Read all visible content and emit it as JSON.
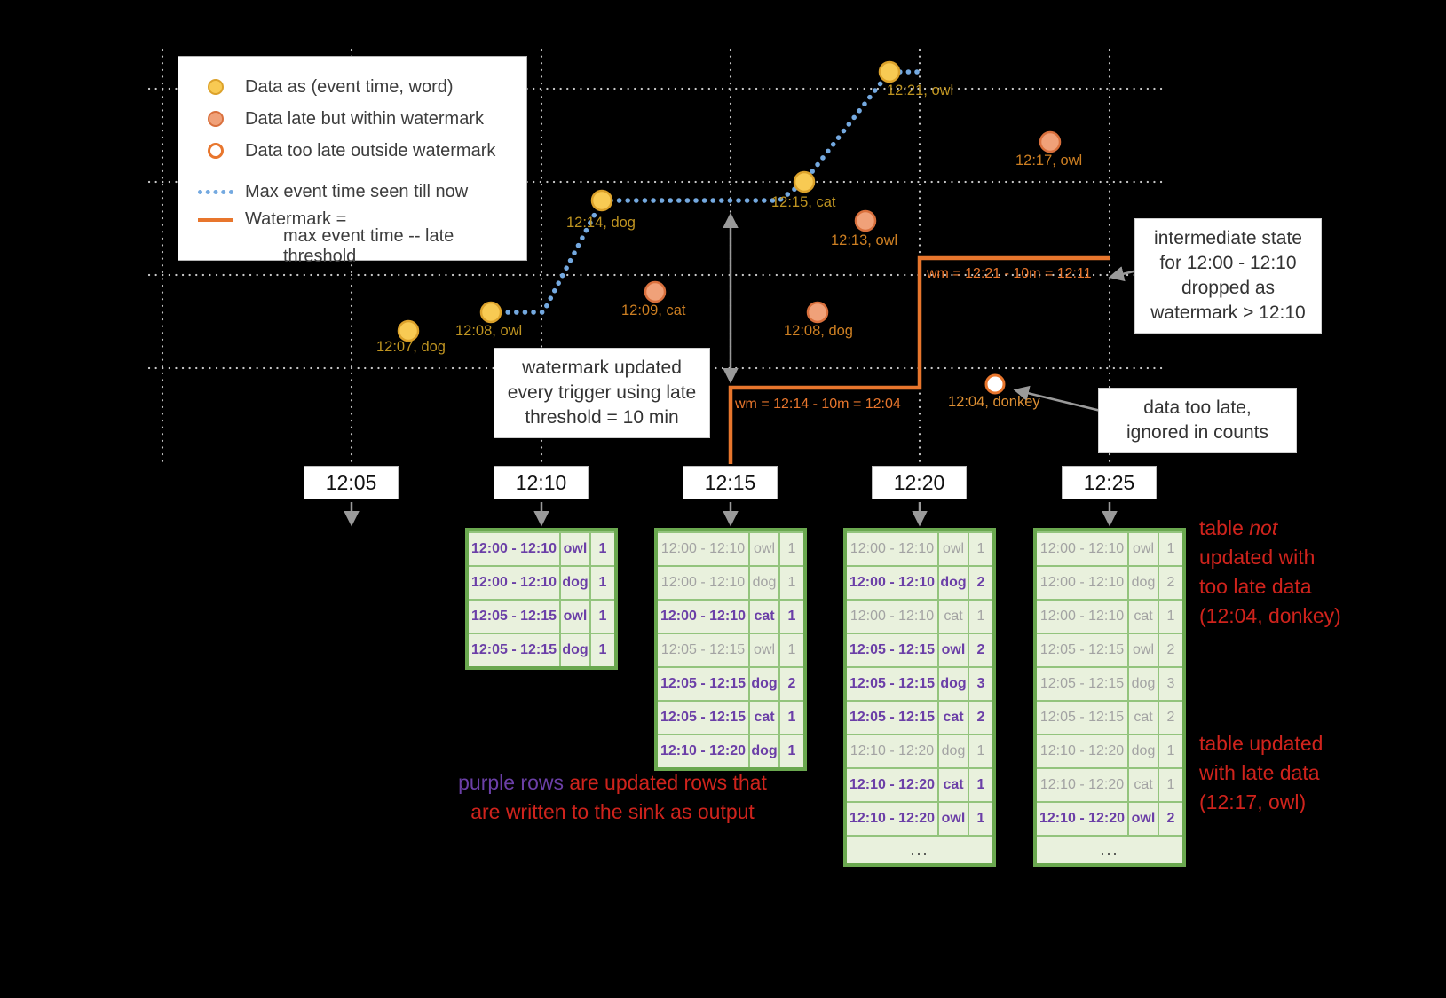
{
  "colors": {
    "background": "#000000",
    "ontime_point": "#f8ca53",
    "late_point": "#f0a179",
    "too_late_ring": "#e8762d",
    "max_event_time_line": "#74a9e0",
    "watermark_line": "#e8762d",
    "table_border_green": "#6aa84f",
    "updated_row_purple": "#6b3fa7",
    "stale_row_gray": "#a3a3a3",
    "annotation_red": "#cf231c",
    "point_label_gold": "#bf9421"
  },
  "legend": {
    "items": [
      "Data as (event time, word)",
      "Data late but within watermark",
      "Data too late outside watermark",
      "Max event time seen till now",
      "Watermark =",
      "max event time -- late threshold"
    ]
  },
  "points": [
    {
      "label": "12:07, dog",
      "type": "on-time"
    },
    {
      "label": "12:08, owl",
      "type": "on-time"
    },
    {
      "label": "12:14, dog",
      "type": "on-time"
    },
    {
      "label": "12:15, cat",
      "type": "on-time"
    },
    {
      "label": "12:21, owl",
      "type": "on-time"
    },
    {
      "label": "12:09, cat",
      "type": "late"
    },
    {
      "label": "12:13, owl",
      "type": "late"
    },
    {
      "label": "12:08, dog",
      "type": "late"
    },
    {
      "label": "12:17, owl",
      "type": "late"
    },
    {
      "label": "12:04, donkey",
      "type": "too-late"
    }
  ],
  "watermarks": {
    "wm1": "wm = 12:14 - 10m = 12:04",
    "wm2": "wm = 12:21 - 10m = 12:11"
  },
  "triggers": [
    "12:05",
    "12:10",
    "12:15",
    "12:20",
    "12:25"
  ],
  "annotations": {
    "watermark_note": {
      "lines": [
        "watermark updated",
        "every trigger using late",
        "threshold = 10 min"
      ]
    },
    "dropped_state": {
      "lines": [
        "intermediate state",
        "for 12:00 - 12:10",
        "dropped as",
        "watermark > 12:10"
      ]
    },
    "too_late_note": {
      "lines": [
        "data too late,",
        "ignored in counts"
      ]
    },
    "not_updated_note": {
      "prefix": "table ",
      "italic": "not",
      "lines": [
        "updated with",
        "too late data",
        "(12:04, donkey)"
      ]
    },
    "updated_late_note": {
      "lines": [
        "table updated",
        "with late data",
        "(12:17, owl)"
      ]
    },
    "purple_note": {
      "highlight": "purple rows",
      "rest": " are updated rows that",
      "line2": "are written to the sink as output"
    }
  },
  "tables": {
    "t1210": {
      "rows": [
        {
          "window": "12:00 - 12:10",
          "word": "owl",
          "count": "1",
          "updated": true
        },
        {
          "window": "12:00 - 12:10",
          "word": "dog",
          "count": "1",
          "updated": true
        },
        {
          "window": "12:05 - 12:15",
          "word": "owl",
          "count": "1",
          "updated": true
        },
        {
          "window": "12:05 - 12:15",
          "word": "dog",
          "count": "1",
          "updated": true
        }
      ]
    },
    "t1215": {
      "rows": [
        {
          "window": "12:00 - 12:10",
          "word": "owl",
          "count": "1",
          "updated": false
        },
        {
          "window": "12:00 - 12:10",
          "word": "dog",
          "count": "1",
          "updated": false
        },
        {
          "window": "12:00 - 12:10",
          "word": "cat",
          "count": "1",
          "updated": true
        },
        {
          "window": "12:05 - 12:15",
          "word": "owl",
          "count": "1",
          "updated": false
        },
        {
          "window": "12:05 - 12:15",
          "word": "dog",
          "count": "2",
          "updated": true
        },
        {
          "window": "12:05 - 12:15",
          "word": "cat",
          "count": "1",
          "updated": true
        },
        {
          "window": "12:10 - 12:20",
          "word": "dog",
          "count": "1",
          "updated": true
        }
      ]
    },
    "t1220": {
      "ellipsis": "...",
      "rows": [
        {
          "window": "12:00 - 12:10",
          "word": "owl",
          "count": "1",
          "updated": false
        },
        {
          "window": "12:00 - 12:10",
          "word": "dog",
          "count": "2",
          "updated": true
        },
        {
          "window": "12:00 - 12:10",
          "word": "cat",
          "count": "1",
          "updated": false
        },
        {
          "window": "12:05 - 12:15",
          "word": "owl",
          "count": "2",
          "updated": true
        },
        {
          "window": "12:05 - 12:15",
          "word": "dog",
          "count": "3",
          "updated": true
        },
        {
          "window": "12:05 - 12:15",
          "word": "cat",
          "count": "2",
          "updated": true
        },
        {
          "window": "12:10 - 12:20",
          "word": "dog",
          "count": "1",
          "updated": false
        },
        {
          "window": "12:10 - 12:20",
          "word": "cat",
          "count": "1",
          "updated": true
        },
        {
          "window": "12:10 - 12:20",
          "word": "owl",
          "count": "1",
          "updated": true
        }
      ]
    },
    "t1225": {
      "ellipsis": "...",
      "rows": [
        {
          "window": "12:00 - 12:10",
          "word": "owl",
          "count": "1",
          "updated": false
        },
        {
          "window": "12:00 - 12:10",
          "word": "dog",
          "count": "2",
          "updated": false
        },
        {
          "window": "12:00 - 12:10",
          "word": "cat",
          "count": "1",
          "updated": false
        },
        {
          "window": "12:05 - 12:15",
          "word": "owl",
          "count": "2",
          "updated": false
        },
        {
          "window": "12:05 - 12:15",
          "word": "dog",
          "count": "3",
          "updated": false
        },
        {
          "window": "12:05 - 12:15",
          "word": "cat",
          "count": "2",
          "updated": false
        },
        {
          "window": "12:10 - 12:20",
          "word": "dog",
          "count": "1",
          "updated": false
        },
        {
          "window": "12:10 - 12:20",
          "word": "cat",
          "count": "1",
          "updated": false
        },
        {
          "window": "12:10 - 12:20",
          "word": "owl",
          "count": "2",
          "updated": true
        }
      ]
    }
  }
}
